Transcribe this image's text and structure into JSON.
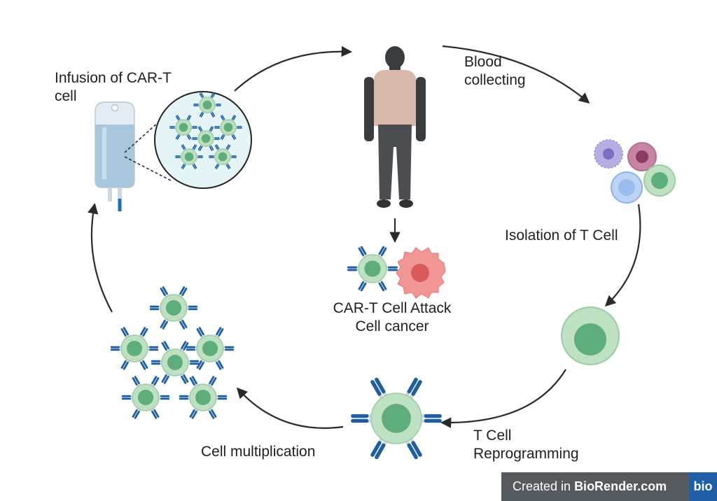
{
  "labels": {
    "infusion": "Infusion of CAR-T\ncell",
    "blood_collecting": "Blood\ncollecting",
    "isolation": "Isolation of T Cell",
    "attack": "CAR-T Cell Attack\nCell cancer",
    "reprogramming": "T Cell\nReprogramming",
    "multiplication": "Cell multiplication"
  },
  "footer": {
    "prefix": "Created in ",
    "brand": "BioRender.com",
    "logo": "bio"
  },
  "colors": {
    "cell_outer": "#bfe1c3",
    "cell_inner": "#5fad7a",
    "receptor": "#1f5f9f",
    "arrow": "#2a2a2a",
    "cancer": "#f29595",
    "footer_bg": "#555a5e",
    "logo_bg": "#1f5fa8"
  }
}
